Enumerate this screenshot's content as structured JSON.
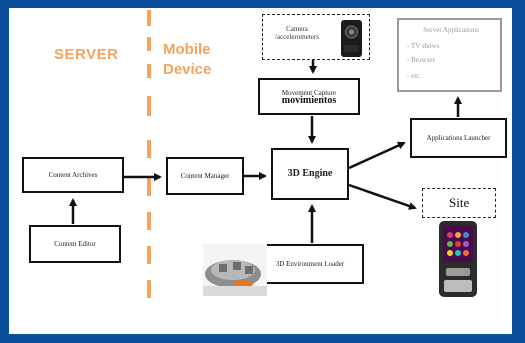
{
  "labels": {
    "server": "SERVER",
    "mobile_line1": "Mobile",
    "mobile_line2": "Device"
  },
  "nodes": {
    "camera": "Camera /accelerometers",
    "movement_title": "Movement Capture",
    "movement_sub": "movimientos",
    "server_apps_title": "Server Applications",
    "server_apps_items": [
      "- TV shows",
      "- Browser",
      "- etc."
    ],
    "content_archives": "Content Archives",
    "content_manager": "Content Manager",
    "engine": "3D Engine",
    "apps_launcher": "Applications Launcher",
    "content_editor": "Content Editor",
    "environment_loader": "3D Environment Loader",
    "site": "Site"
  },
  "colors": {
    "background": "#0b4f9c",
    "accent_orange": "#f5a25d",
    "box_border": "#111111"
  }
}
